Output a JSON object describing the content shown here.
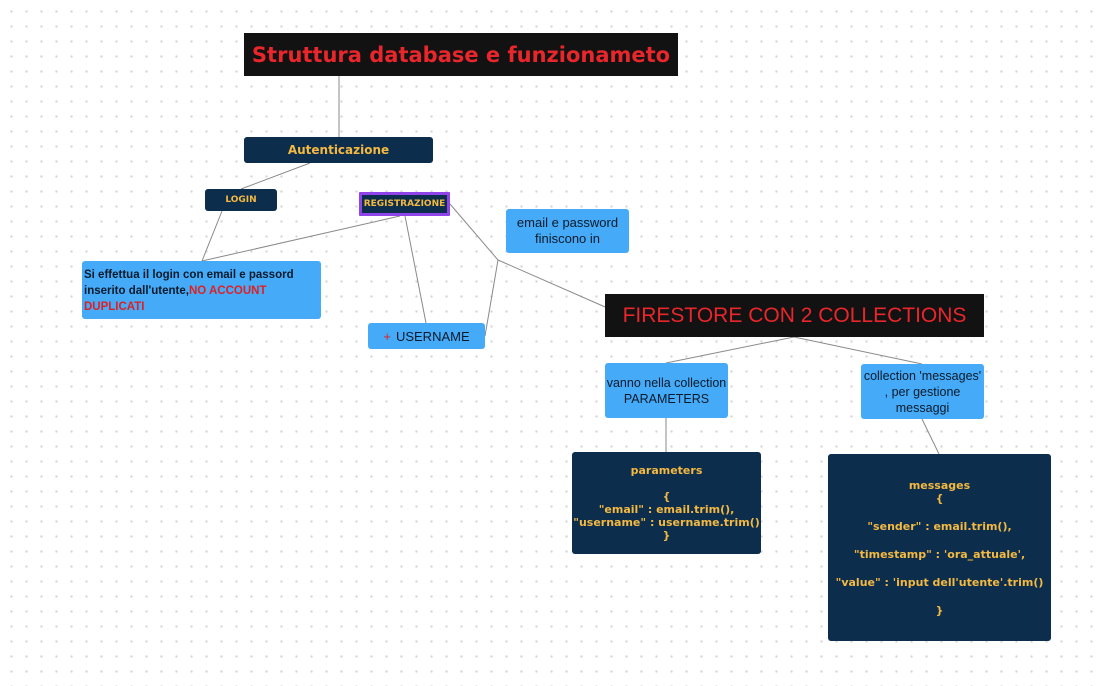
{
  "title": "Struttura database e funzionameto",
  "auth": {
    "label": "Autenticazione"
  },
  "login": {
    "label": "LOGIN"
  },
  "registration": {
    "label": "REGISTRAZIONE"
  },
  "email_note": {
    "text": "email e password finiscono in"
  },
  "login_note": {
    "text": "Si effettua il login con email e passord inserito dall'utente,",
    "warning": "NO ACCOUNT DUPLICATI"
  },
  "username": {
    "plus": "+",
    "label": "USERNAME"
  },
  "firestore": {
    "label": "FIRESTORE CON 2 COLLECTIONS"
  },
  "params_note": {
    "text": "vanno nella collection PARAMETERS"
  },
  "messages_note": {
    "text": "collection 'messages' , per gestione messaggi"
  },
  "params_collection": {
    "name": "parameters",
    "open": "{",
    "line1": "\"email\" : email.trim(),",
    "line2": "\"username\" : username.trim()",
    "close": "}"
  },
  "messages_collection": {
    "name": "messages",
    "open": "{",
    "line1": "\"sender\" : email.trim(),",
    "line2": "\"timestamp\" : 'ora_attuale',",
    "line3": "\"value\" : 'input dell'utente'.trim()",
    "close": "}"
  },
  "colors": {
    "dark_node": "#0c2d4c",
    "title_bg": "#121212",
    "title_text": "#e8262b",
    "note_bg": "#45aaf8",
    "accent_text": "#f4b942",
    "registration_border": "#8e44e8"
  }
}
